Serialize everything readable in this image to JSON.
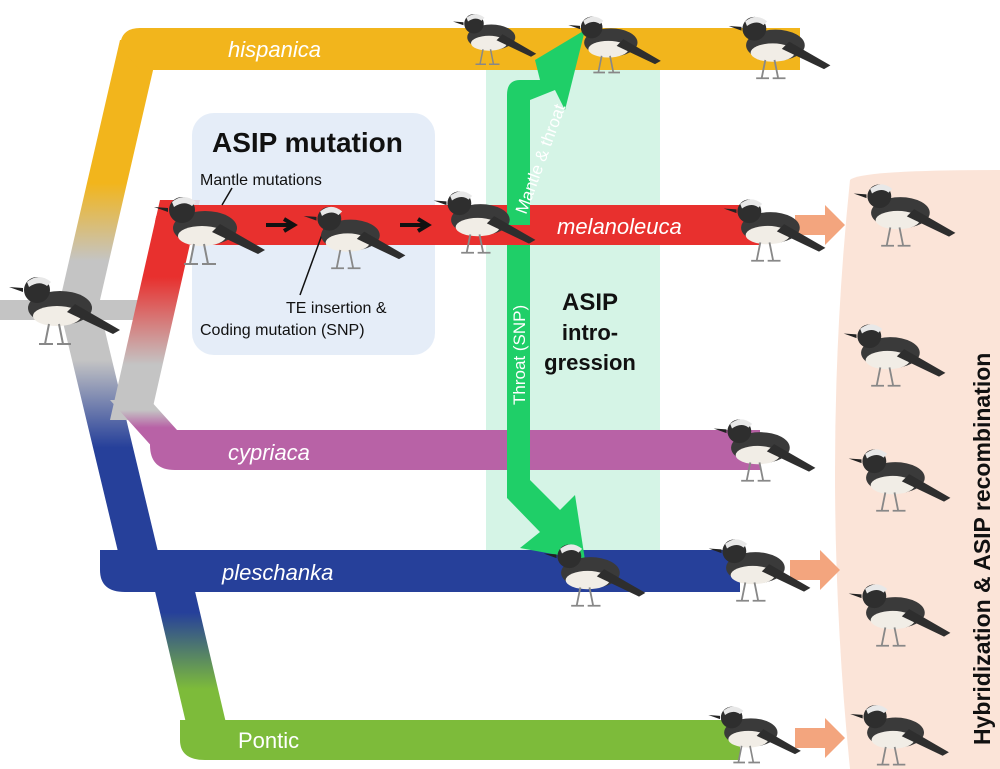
{
  "figure": {
    "lineages": [
      {
        "id": "hispanica",
        "label": "hispanica",
        "color": "#f2b51c",
        "italic": true
      },
      {
        "id": "melanoleuca",
        "label": "melanoleuca",
        "color": "#e8302e",
        "italic": true
      },
      {
        "id": "cypriaca",
        "label": "cypriaca",
        "color": "#b862a6",
        "italic": true
      },
      {
        "id": "pleschanka",
        "label": "pleschanka",
        "color": "#26409a",
        "italic": true
      },
      {
        "id": "pontic",
        "label": "Pontic",
        "color": "#7dbb3a",
        "italic": false
      }
    ],
    "ancestor_color": "#c4c4c4",
    "mutation_box": {
      "title": "ASIP mutation",
      "label_mantle": "Mantle mutations",
      "label_te_line1": "TE insertion &",
      "label_te_line2": "Coding mutation (SNP)",
      "color": "#e2ebf7"
    },
    "introgression": {
      "title_line1": "ASIP",
      "title_line2": "intro-",
      "title_line3": "gression",
      "arrow_up_label": "Mantle & throat",
      "arrow_down_label": "Throat (SNP)",
      "band_color": "#d5f4e6",
      "arrow_color": "#1fcf68"
    },
    "hybridization": {
      "label": "Hybridization & ASIP recombination",
      "band_color": "#fbe4d8",
      "arrow_color": "#f3a57e"
    }
  }
}
